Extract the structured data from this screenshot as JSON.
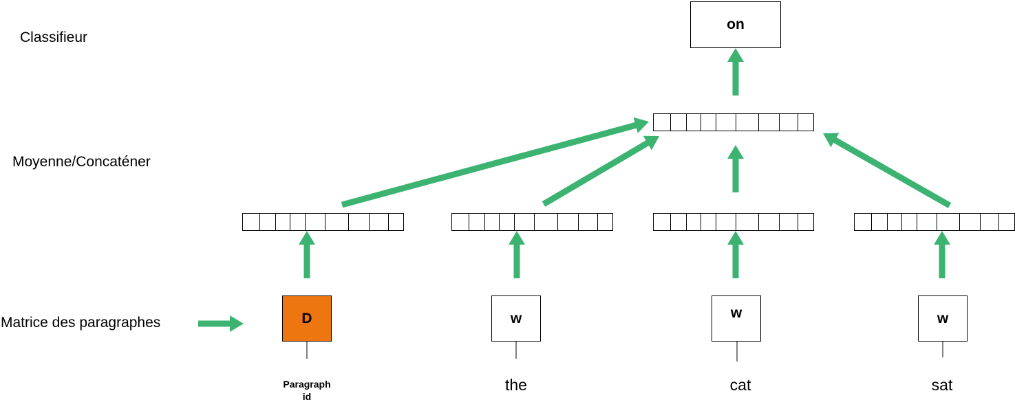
{
  "labels": {
    "classifier": "Classifieur",
    "average_concat": "Moyenne/Concaténer",
    "paragraph_matrix": "Matrice des paragraphes"
  },
  "output": {
    "word": "on"
  },
  "inputs": [
    {
      "token": "D",
      "word": "Paragraph",
      "word_line2": "id",
      "kind": "paragraph"
    },
    {
      "token": "w",
      "word": "the",
      "kind": "word"
    },
    {
      "token": "w",
      "word": "cat",
      "kind": "word"
    },
    {
      "token": "w",
      "word": "sat",
      "kind": "word"
    }
  ],
  "colors": {
    "arrow": "#3cb371",
    "paragraph_box": "#ee7611",
    "stroke": "#000000"
  }
}
